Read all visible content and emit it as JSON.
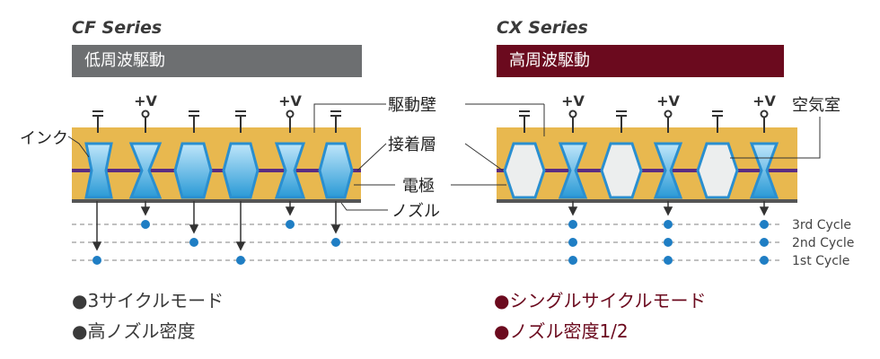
{
  "left": {
    "series": "CF Series",
    "mode": "低周波駆動",
    "bullets": [
      "●3サイクルモード",
      "●高ノズル密度"
    ]
  },
  "right": {
    "series": "CX Series",
    "mode": "高周波駆動",
    "bullets": [
      "●シングルサイクルモード",
      "●ノズル密度1/2"
    ]
  },
  "labels": {
    "ink": "インク",
    "drive_wall": "駆動壁",
    "adhesive": "接着層",
    "electrode": "電極",
    "nozzle": "ノズル",
    "air_chamber": "空気室"
  },
  "cycles": [
    "3rd Cycle",
    "2nd Cycle",
    "1st Cycle"
  ],
  "pv": "+V",
  "colors": {
    "left_bar": "#6d6f71",
    "right_bar": "#6b0a1e",
    "right_text": "#6b0a1e",
    "left_text": "#3a3a3a",
    "substrate": "#e8b84f",
    "electrode": "#5b2d82",
    "chamber": "#2a8fd0",
    "dot": "#1f7ec4"
  }
}
